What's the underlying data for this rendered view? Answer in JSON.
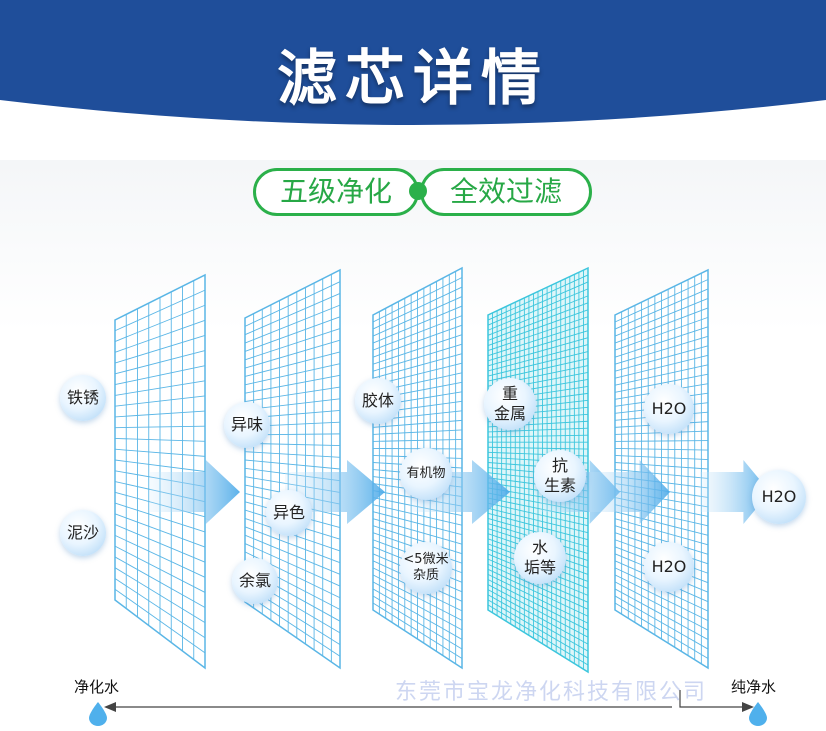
{
  "header": {
    "title": "滤芯详情",
    "bg_color": "#1f4e9a"
  },
  "slogan": {
    "left": "五级净化",
    "right": "全效过滤",
    "color": "#2bb04a"
  },
  "bubbles": [
    {
      "label": "铁锈"
    },
    {
      "label": "泥沙"
    },
    {
      "label": "异味"
    },
    {
      "label": "异色"
    },
    {
      "label": "余氯"
    },
    {
      "label": "胶体"
    },
    {
      "label": "有机物"
    },
    {
      "label": "<5微米\n杂质"
    },
    {
      "label": "重\n金属"
    },
    {
      "label": "抗\n生素"
    },
    {
      "label": "水\n垢等"
    },
    {
      "label": "H2O"
    },
    {
      "label": "H2O"
    },
    {
      "label": "H2O"
    }
  ],
  "flow": {
    "left_label": "净化水",
    "right_label": "纯净水"
  },
  "watermark": "东莞市宝龙净化科技有限公司"
}
